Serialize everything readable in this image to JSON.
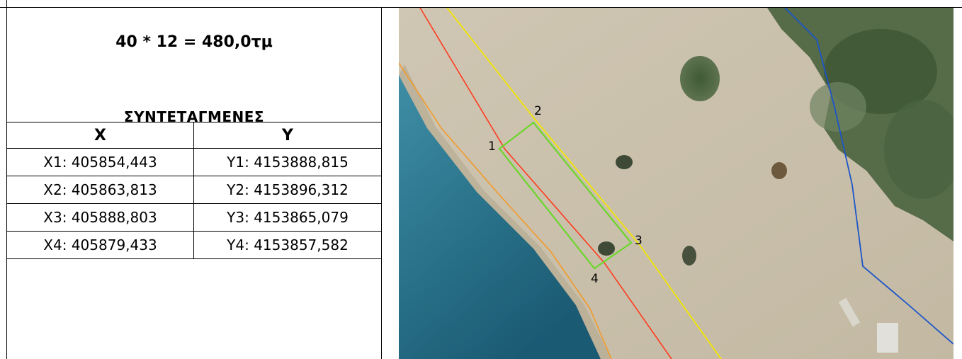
{
  "area_label": "40 * 12 = 480,0τμ",
  "coords_heading": "ΣΥΝΤΕΤΑΓΜΕΝΕΣ",
  "table": {
    "headers": [
      "X",
      "Y"
    ],
    "rows": [
      [
        "X1: 405854,443",
        "Y1: 4153888,815"
      ],
      [
        "X2: 405863,813",
        "Y2: 4153896,312"
      ],
      [
        "X3: 405888,803",
        "Y3: 4153865,079"
      ],
      [
        "X4: 405879,433",
        "Y4: 4153857,582"
      ]
    ]
  },
  "map": {
    "vertex_labels": [
      "1",
      "2",
      "3",
      "4"
    ],
    "colors": {
      "plot_outline": "#6bd62a",
      "shoreline_line": "#ff3b1f",
      "zone_line": "#f2e600",
      "orange_line": "#f39a2a",
      "blue_line": "#1c55c8",
      "sea": "#2f7f9a",
      "beach": "#c9c0ad"
    }
  }
}
